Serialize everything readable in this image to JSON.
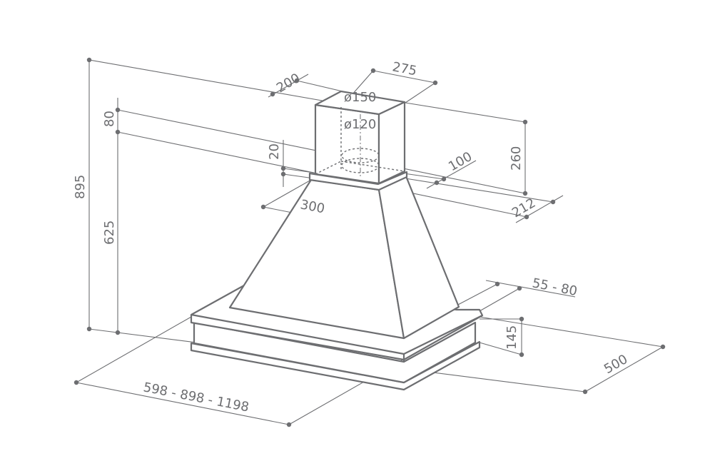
{
  "drawing": {
    "line_color": "#6d6e71",
    "dimensions": {
      "chimney_depth": "200",
      "chimney_width": "275",
      "outlet_diameter_large": "ø150",
      "outlet_diameter_small": "ø120",
      "collar_height": "20",
      "chimney_height": "260",
      "overall_height": "895",
      "top_offset": "80",
      "hood_height": "625",
      "flange_offset": "100",
      "rear_depth": "212",
      "canopy_top_width": "300",
      "frame_offset": "55 - 80",
      "frame_height": "145",
      "overall_depth": "500",
      "overall_width": "598 - 898 - 1198"
    }
  }
}
